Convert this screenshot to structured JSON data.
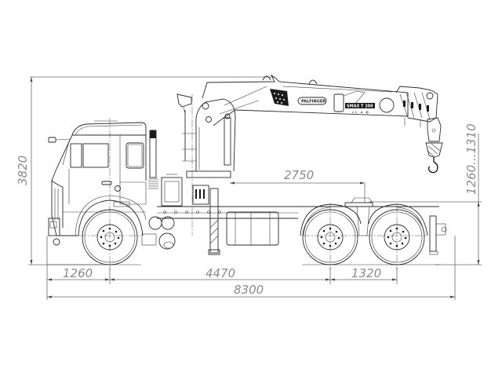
{
  "drawing": {
    "subject": "Truck-mounted knuckle-boom crane on 6x4 tractor chassis, side view",
    "crane_brand_label": "PALFINGER",
    "crane_model_label": "SMAX T 200",
    "colors": {
      "background": "#ffffff",
      "line": "#2a2a2a",
      "dimension_text": "#8a8a8a"
    }
  },
  "dimensions": {
    "overall_height": "3820",
    "crane_reach_from_axle": "2750",
    "fifth_wheel_height": "1260...1310",
    "front_overhang": "1260",
    "wheelbase": "4470",
    "rear_axle_spacing": "1320",
    "overall_length": "8300"
  }
}
